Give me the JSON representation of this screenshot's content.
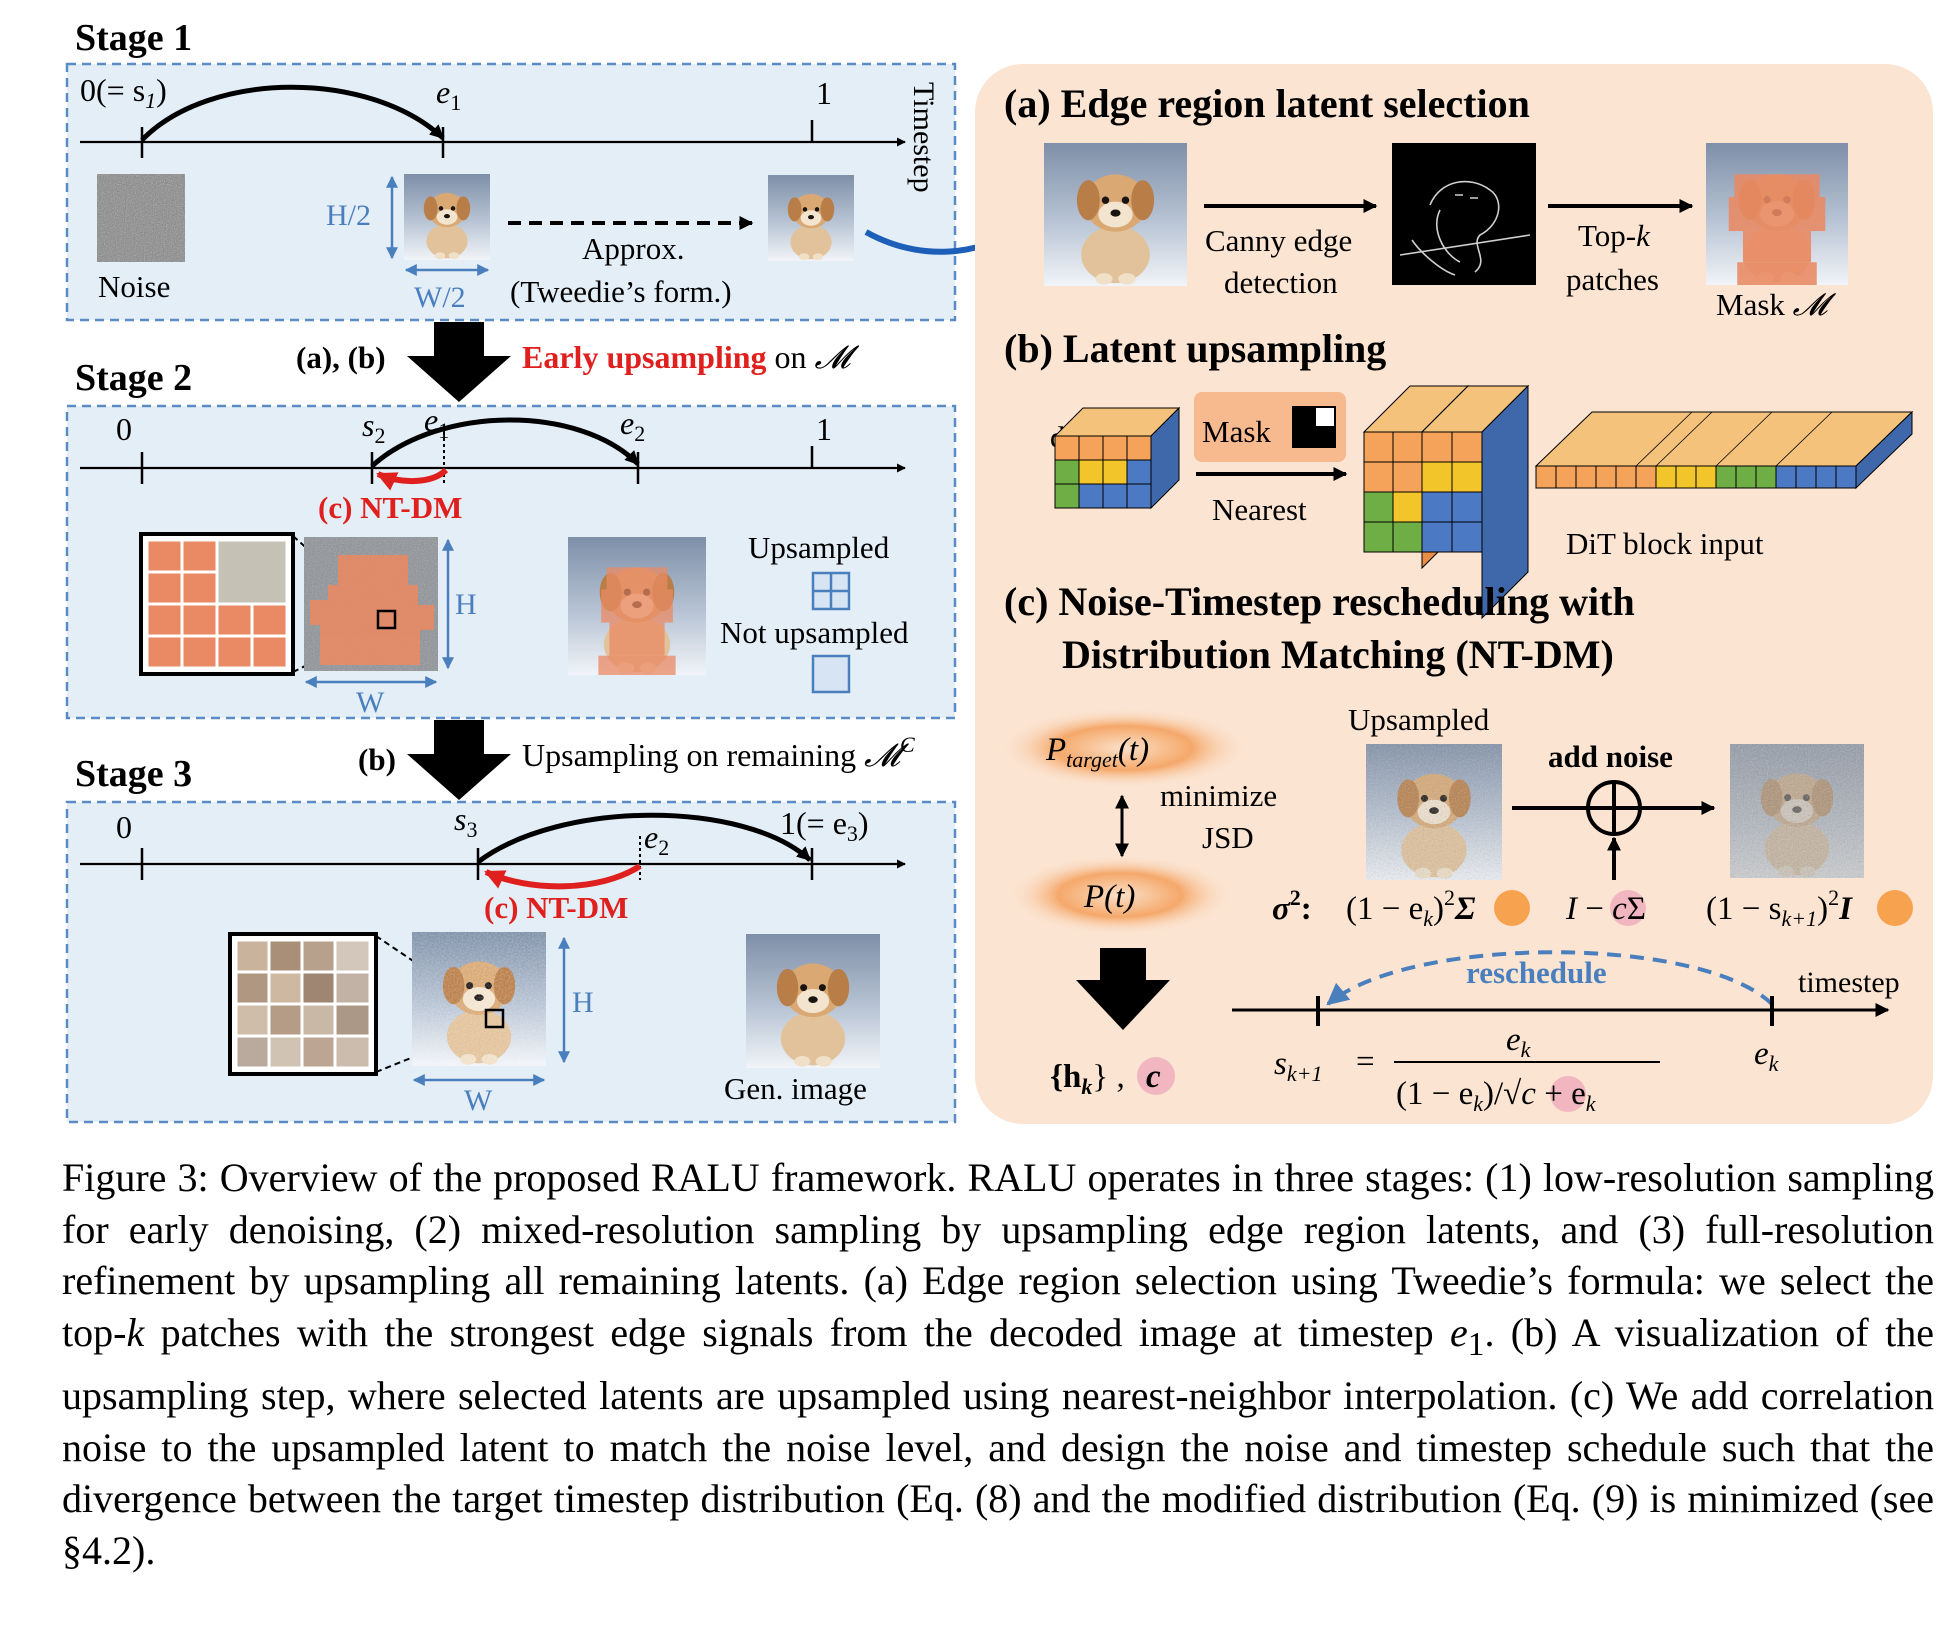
{
  "stages": {
    "stage1": {
      "title": "Stage 1",
      "axis_start": "0(= s",
      "axis_start_sub": "1",
      "axis_start_close": ")",
      "axis_e1": "e",
      "axis_e1_sub": "1",
      "axis_end": "1",
      "timestep_label": "Timestep",
      "noise_label": "Noise",
      "h_half": "H/2",
      "w_half": "W/2",
      "approx_label": "Approx.",
      "tweedie_label": "(Tweedie’s form.)"
    },
    "transition12": {
      "ab": "(a), (b)",
      "early": "Early upsampling",
      "on_m": "on",
      "m_symbol": "𝓜"
    },
    "stage2": {
      "title": "Stage 2",
      "axis_start": "0",
      "s2": "s",
      "s2_sub": "2",
      "e1": "e",
      "e1_sub": "1",
      "e2": "e",
      "e2_sub": "2",
      "axis_end": "1",
      "ntdm": "(c) NT-DM",
      "h": "H",
      "w": "W",
      "legend_up": "Upsampled",
      "legend_not": "Not upsampled"
    },
    "transition23": {
      "b": "(b)",
      "text": "Upsampling on remaining",
      "m_symbol": "𝓜",
      "sup": "C"
    },
    "stage3": {
      "title": "Stage 3",
      "axis_start": "0",
      "s3": "s",
      "s3_sub": "3",
      "e2": "e",
      "e2_sub": "2",
      "axis_end": "1(= e",
      "axis_end_sub": "3",
      "axis_end_close": ")",
      "ntdm": "(c) NT-DM",
      "h": "H",
      "w": "W",
      "gen_label": "Gen. image"
    }
  },
  "panel_a": {
    "title": "(a) Edge region latent selection",
    "canny1": "Canny edge",
    "canny2": "detection",
    "topk1": "Top-",
    "topk_k": "k",
    "topk2": "patches",
    "mask_label": "Mask",
    "m_symbol": "𝓜"
  },
  "panel_b": {
    "title": "(b) Latent upsampling",
    "d": "d",
    "mask": "Mask",
    "nearest": "Nearest",
    "dit": "DiT block input"
  },
  "panel_c": {
    "title1": "(c) Noise-Timestep rescheduling with",
    "title2": "Distribution Matching (NT-DM)",
    "p_target": "P",
    "p_target_sub": "target",
    "p_target_arg": "(t)",
    "minimize": "minimize",
    "jsd": "JSD",
    "p_t": "P(t)",
    "h_k": "{h",
    "h_k_sub": "k",
    "h_k_close": "} ,",
    "c": "c",
    "upsampled": "Upsampled",
    "add_noise": "add noise",
    "sigma": "σ",
    "sigma_sup": "2",
    "sigma_colon": ":",
    "sig1": "(1 − e",
    "sig1_sub": "k",
    "sig1_close": ")",
    "sig1_sup": "2",
    "Sigma_bold": "Σ",
    "sig2_i": "I",
    "sig2_minus": "− ",
    "sig2_c": "c",
    "sig2_sigma": "Σ",
    "sig3": "(1 − s",
    "sig3_sub": "k+1",
    "sig3_close": ")",
    "sig3_sup": "2",
    "I_bold": "I",
    "reschedule": "reschedule",
    "timestep": "timestep",
    "s_k1": "s",
    "s_k1_sub": "k+1",
    "equals": "=",
    "frac_num": "e",
    "frac_num_sub": "k",
    "frac_den_a": "(1 − e",
    "frac_den_a_sub": "k",
    "frac_den_b": ")/√",
    "frac_den_c": "c",
    "frac_den_d": "+ e",
    "frac_den_d_sub": "k",
    "e_k": "e",
    "e_k_sub": "k"
  },
  "caption": {
    "p1": "Figure 3: Overview of the proposed RALU framework. RALU operates in three stages: (1) low-resolution sampling for early denoising, (2) mixed-resolution sampling by upsampling edge region latents, and (3) full-resolution refinement by upsampling all remaining latents. (a) Edge region selection using Tweedie’s formula: we select the top-",
    "k": "k",
    "p2": " patches with the strongest edge signals from the decoded image at timestep ",
    "e1": "e",
    "e1_sub": "1",
    "p3": ". (b) A visualization of the upsampling step, where selected latents are upsampled using nearest-neighbor interpolation. (c) We add correlation noise to the upsampled latent to match the noise level, and design the noise and timestep schedule such that the divergence between the target timestep distribution (Eq. (8) and the modified distribution (Eq.  (9) is minimized (see §4.2)."
  },
  "colors": {
    "stage_bg": "#e4eef7",
    "stage_border": "#5b8bc4",
    "panel_bg": "#fbe4d1",
    "red": "#e0201e",
    "blue_arrow": "#1d5fb8",
    "dim_blue": "#4a7fbe",
    "orange": "#f5a25a",
    "yellow": "#f2c62a",
    "green": "#6fae45",
    "blue": "#4b79c3",
    "patch": "#ea8a64"
  }
}
